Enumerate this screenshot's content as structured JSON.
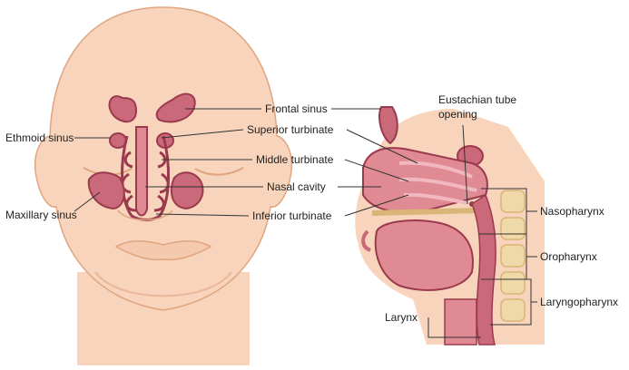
{
  "figure": {
    "colors": {
      "skin": "#f7d4bb",
      "skin_shadow": "#e9b89a",
      "skin_outline": "#e0a57f",
      "sinus_dark": "#9c3a4d",
      "sinus_mid": "#c9697a",
      "sinus_light": "#f2b8c0",
      "mucosa": "#e08a94",
      "bone": "#f0d9a8",
      "bone_dark": "#d9b577",
      "leader": "#333333"
    },
    "face_labels": {
      "frontal_sinus": "Frontal sinus",
      "ethmoid_sinus": "Ethmoid sinus",
      "superior_turbinate": "Superior turbinate",
      "middle_turbinate": "Middle turbinate",
      "nasal_cavity": "Nasal cavity",
      "maxillary_sinus": "Maxillary sinus",
      "inferior_turbinate": "Inferior turbinate"
    },
    "section_labels": {
      "eustachian_line1": "Eustachian tube",
      "eustachian_line2": "opening",
      "nasopharynx": "Nasopharynx",
      "oropharynx": "Oropharynx",
      "laryngopharynx": "Laryngopharynx",
      "larynx": "Larynx"
    }
  }
}
